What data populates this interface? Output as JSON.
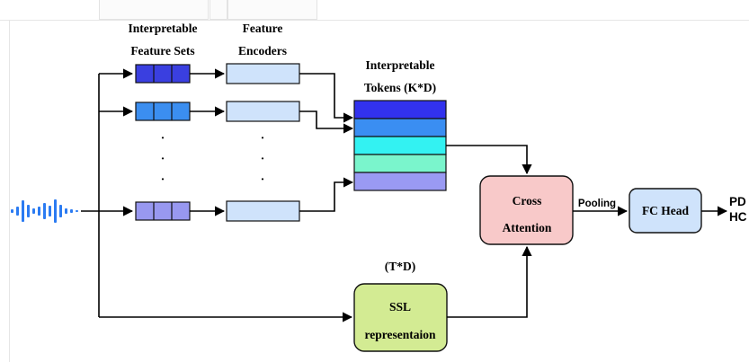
{
  "headers": {
    "feature_sets": [
      "Interpretable",
      "Feature Sets"
    ],
    "encoders": [
      "Feature",
      "Encoders"
    ],
    "tokens": [
      "Interpretable",
      "Tokens (K*D)"
    ]
  },
  "nodes": {
    "cross_attention": [
      "Cross",
      "Attention"
    ],
    "fc_head": "FC Head",
    "ssl": [
      "SSL",
      "representaion"
    ],
    "ssl_dim": "(T*D)"
  },
  "edges": {
    "pooling": "Pooling"
  },
  "outputs": [
    "PD",
    "HC"
  ],
  "vertical_dots": "·",
  "colors": {
    "feature_set_row1": "#3a3fe0",
    "feature_set_row2": "#3b8ef0",
    "feature_set_row3": "#9898f0",
    "encoder_fill": "#cfe3fb",
    "token_colors": [
      "#3232ee",
      "#3a8ef2",
      "#33f2f2",
      "#7af5cc",
      "#9a9af3"
    ],
    "cross_attention_fill": "#f8c9c9",
    "fc_head_fill": "#cfe3fb",
    "ssl_fill": "#d3eb93",
    "waveform": "#2b7bf2"
  }
}
